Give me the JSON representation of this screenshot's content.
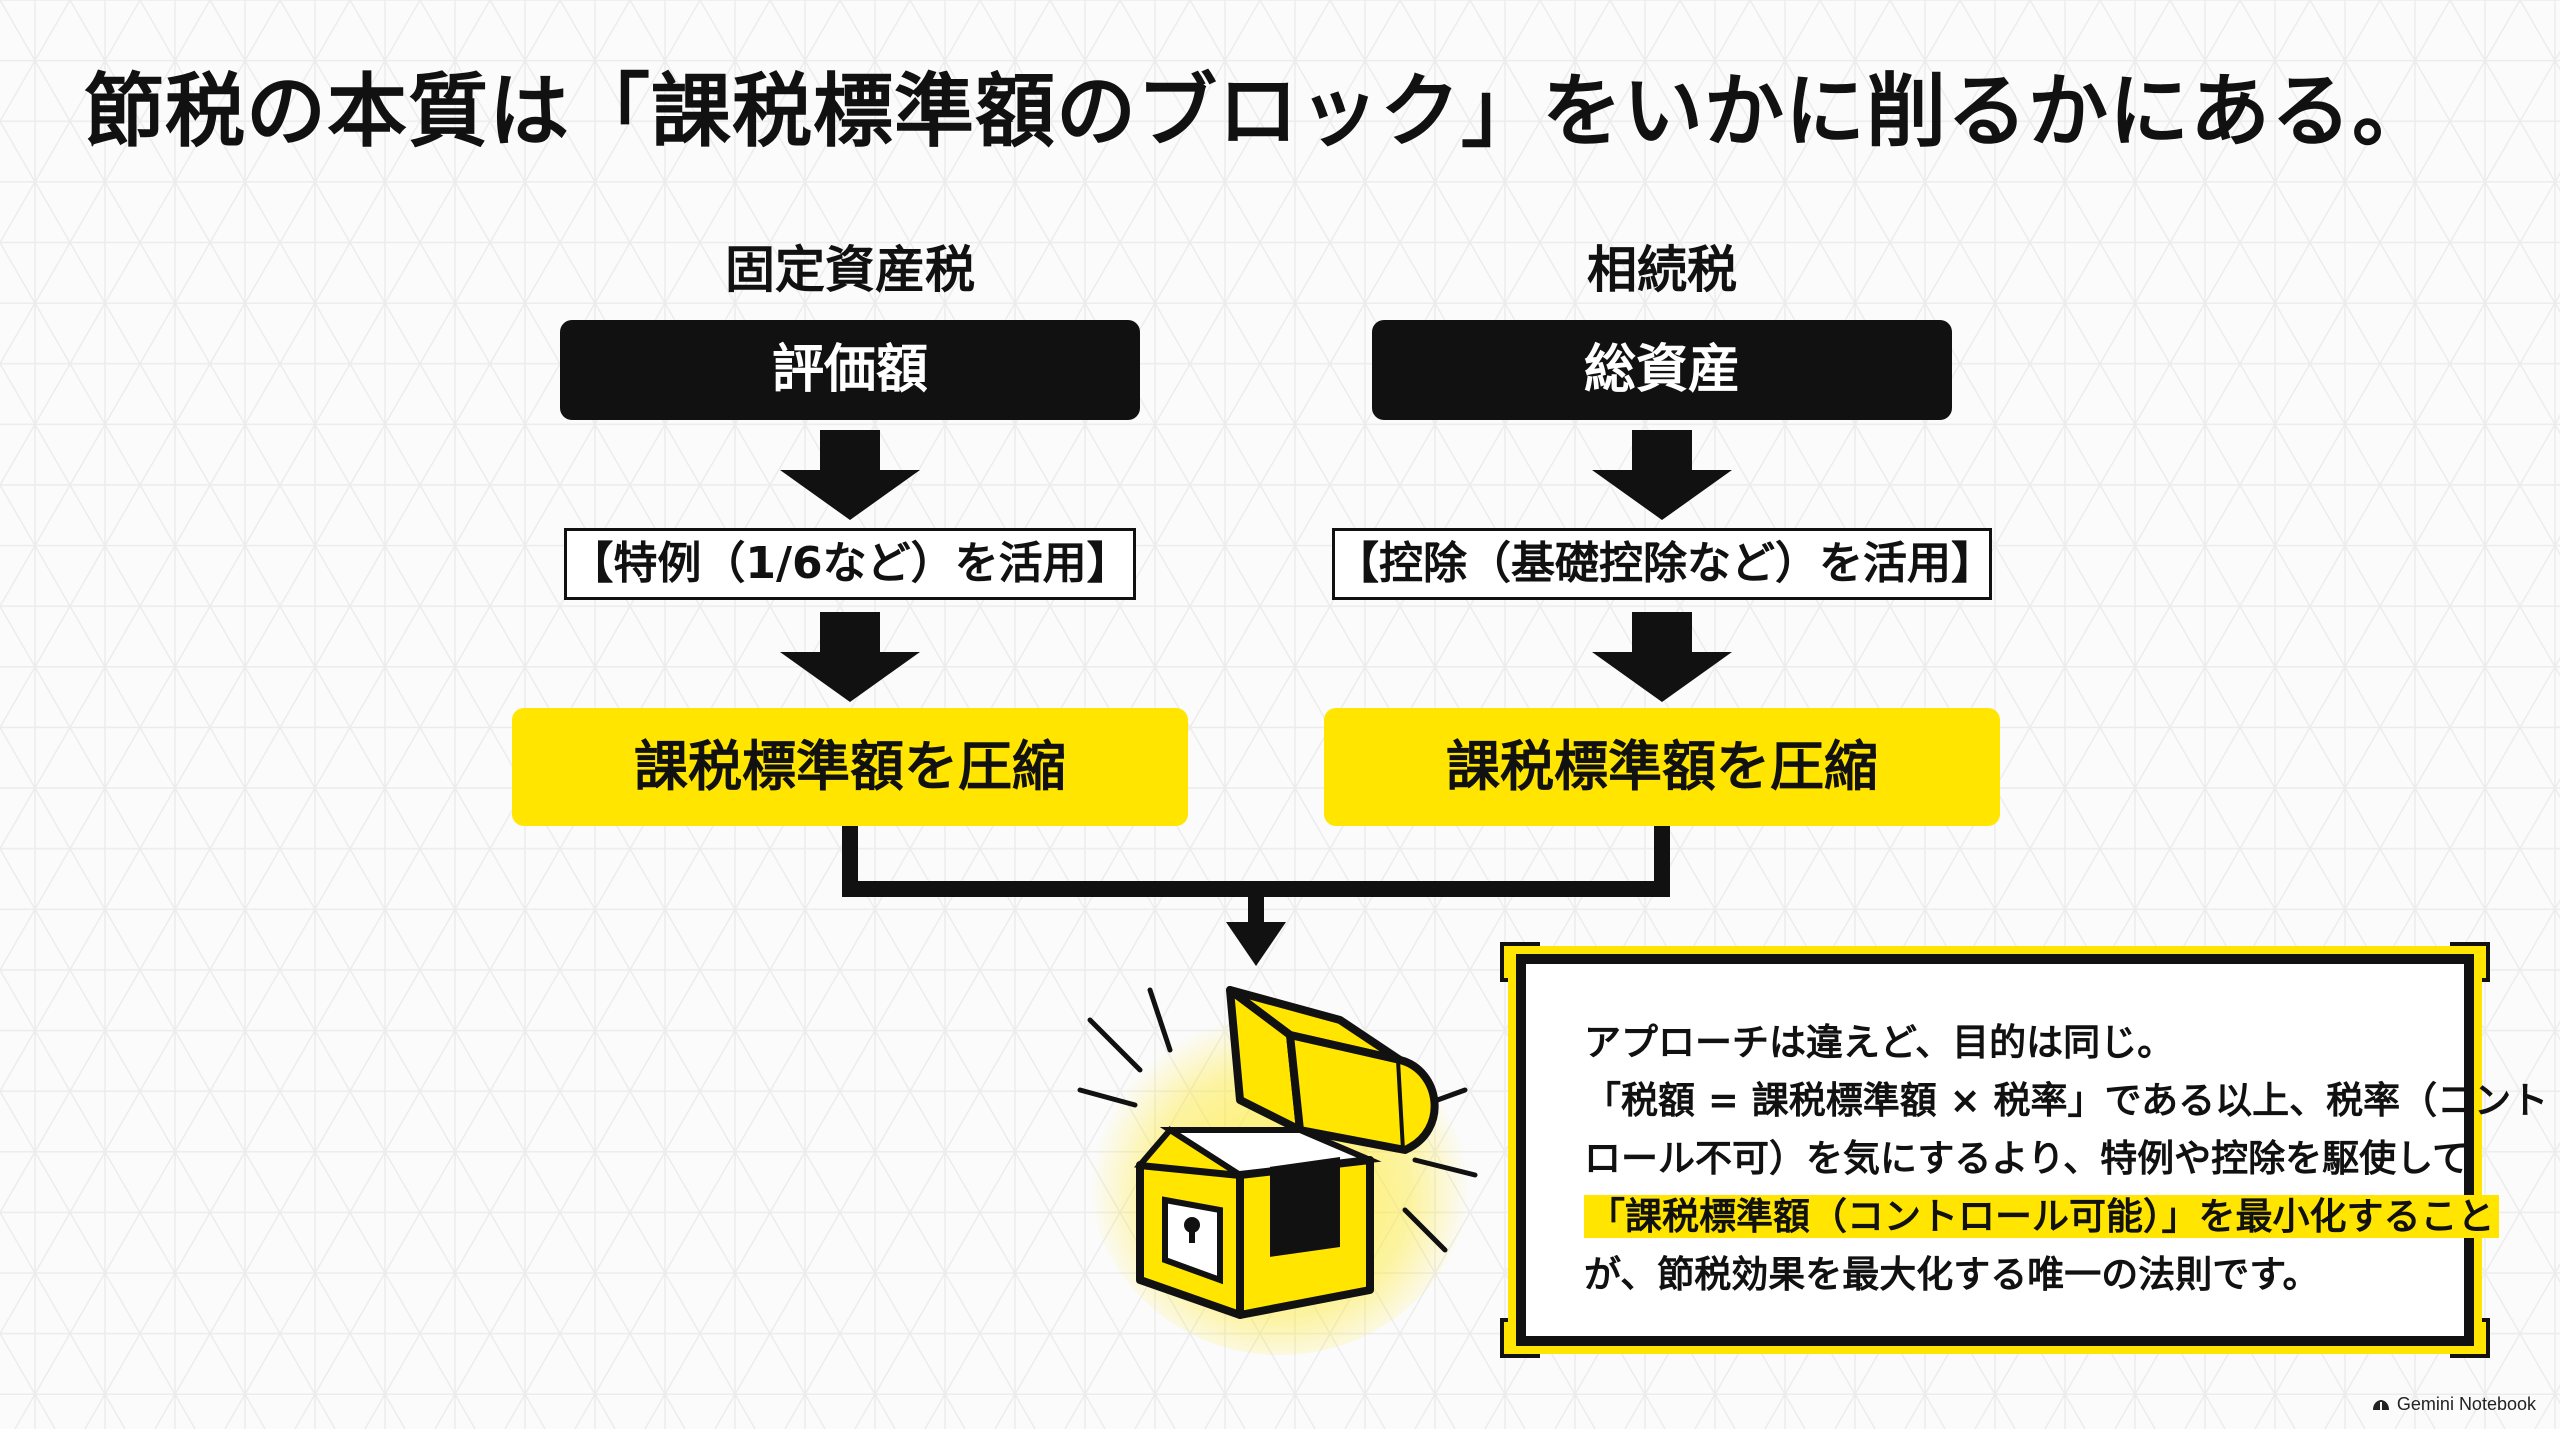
{
  "title": "節税の本質は「課税標準額のブロック」をいかに削るかにある。",
  "left_column": {
    "heading": "固定資産税",
    "base": "評価額",
    "method": "【特例（1/6など）を活用】",
    "result": "課税標準額を圧縮"
  },
  "right_column": {
    "heading": "相続税",
    "base": "総資産",
    "method": "【控除（基礎控除など）を活用】",
    "result": "課税標準額を圧縮"
  },
  "note": {
    "line1": "アプローチは違えど、目的は同じ。",
    "line2": "「税額 = 課税標準額 × 税率」である以上、税率（コント",
    "line3": "ロール不可）を気にするより、特例や控除を駆使して",
    "line4_highlight": "「課税標準額（コントロール可能）」を最小化すること",
    "line5": "が、節税効果を最大化する唯一の法則です。"
  },
  "brand": "Gemini Notebook",
  "icons": {
    "treasure": "treasure-chest-icon",
    "arrow": "arrow-down-icon",
    "brand": "gemini-logo-icon"
  },
  "colors": {
    "accent": "#FFE500",
    "dark": "#111111",
    "background": "#fbfbfb"
  }
}
